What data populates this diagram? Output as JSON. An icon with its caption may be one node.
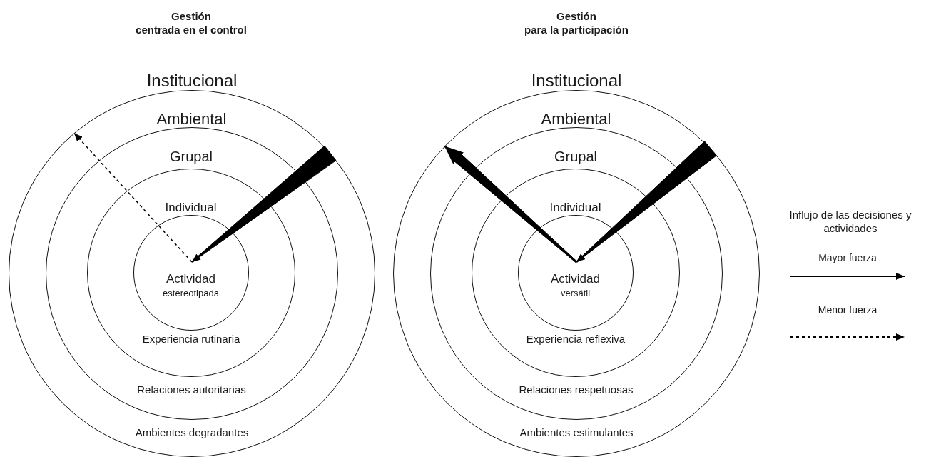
{
  "diagram": {
    "nodes": [
      {
        "text": [
          "Institucional",
          "Ambientes degradantes"
        ]
      },
      {
        "text": [
          "Ambiental",
          "Relaciones autoritarias"
        ],
        "in": 0
      },
      {
        "text": [
          "Grupal",
          "Experiencia rutinaria"
        ],
        "in": 1
      },
      {
        "text": [
          "Individual",
          "Actividad",
          "estereotipada"
        ],
        "in": 2
      },
      {
        "text": [
          "Institucional",
          "Ambientes estimulantes"
        ]
      },
      {
        "text": [
          "Ambiental",
          "Relaciones respetuosas"
        ],
        "in": 4
      },
      {
        "text": [
          "Grupal",
          "Experiencia reflexiva"
        ],
        "in": 5
      },
      {
        "text": [
          "Individual",
          "Actividad",
          "versátil"
        ],
        "in": 6
      }
    ],
    "edges": [
      {
        "from": 0,
        "to": 3,
        "arrow": "to"
      },
      {
        "from": 3,
        "to": 0,
        "arrow": "to",
        "style": "dashed"
      },
      {
        "from": 4,
        "to": 7,
        "arrow": "to"
      },
      {
        "from": 7,
        "to": 4,
        "arrow": "to"
      }
    ],
    "labels": [
      "Gestión",
      "centrada en el control",
      "Gestión",
      "para la participación",
      "Influjo de las decisiones y actividades"
    ],
    "legend": [
      {
        "text": "Mayor fuerza"
      },
      {
        "text": "Menor fuerza"
      }
    ]
  }
}
